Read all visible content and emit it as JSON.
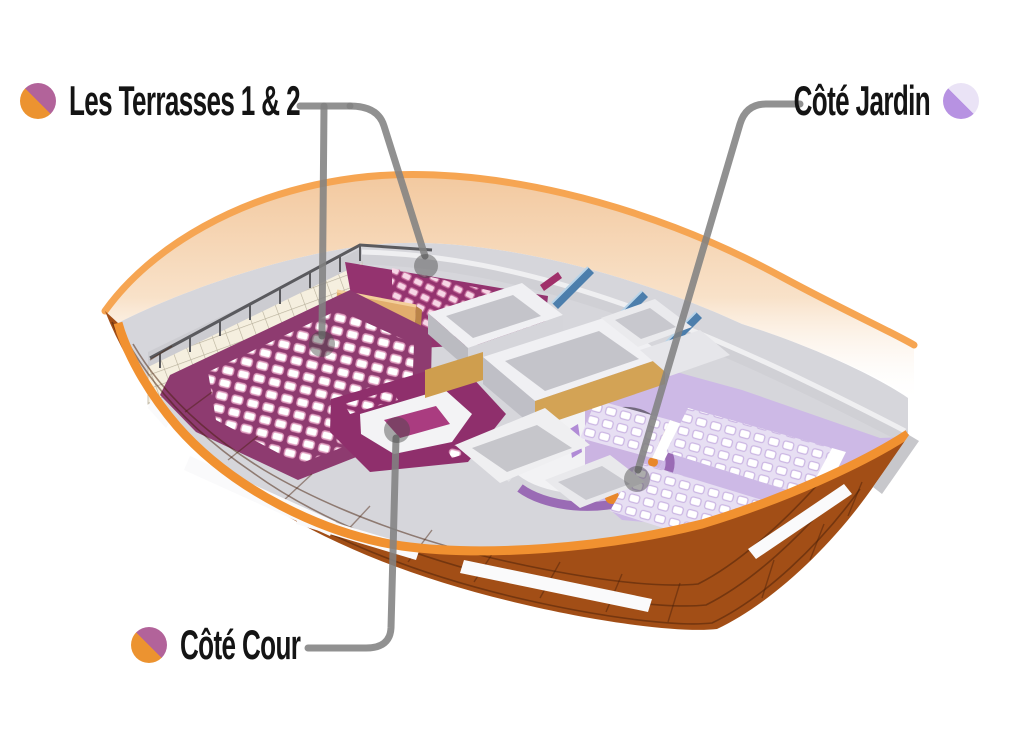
{
  "scene": {
    "type": "3d-cutaway-floor-plan",
    "subject": "boat-shaped performance venue, aerial cutaway view",
    "background": "#ffffff"
  },
  "legend": [
    {
      "id": "terrasses",
      "label": "Les Terrasses 1 & 2",
      "icon": "two-tone-circle-icon",
      "icon_color_top_right": "#b2639a",
      "icon_color_bottom_left": "#ec9330",
      "position": "top-left",
      "points_to": [
        "terrace-1-seating",
        "terrace-2-seating"
      ]
    },
    {
      "id": "jardin",
      "label": "Côté Jardin",
      "icon": "two-tone-circle-icon",
      "icon_color_top_right": "#eae3f6",
      "icon_color_bottom_left": "#b792e2",
      "position": "top-right",
      "points_to": [
        "cote-jardin-hall"
      ]
    },
    {
      "id": "cour",
      "label": "Côté Cour",
      "icon": "two-tone-circle-icon",
      "icon_color_top_right": "#b2639a",
      "icon_color_bottom_left": "#ec9330",
      "position": "bottom-left",
      "points_to": [
        "cote-cour-stage"
      ]
    }
  ],
  "zones": [
    {
      "name": "terrace-1-seating",
      "floor_color": "#8e3b70",
      "seat_color": "#ffffff"
    },
    {
      "name": "terrace-2-seating",
      "floor_color": "#94336f",
      "seat_color": "#f7d6e6"
    },
    {
      "name": "cote-cour-stage",
      "floor_color": "#8f2f6c",
      "platform_color": "#f3f3f5"
    },
    {
      "name": "cote-jardin-hall",
      "floor_color": "#cdb9e6",
      "seat_color": "#ffffff",
      "wall_color": "#9a6bb5"
    },
    {
      "name": "central-rooms",
      "wall_color": "#f0f0f3",
      "accent_wall_color": "#d3a355"
    },
    {
      "name": "partition-walls",
      "color": "#4c7eac"
    },
    {
      "name": "hull",
      "color": "#a24e16",
      "rim_color": "#f19130"
    },
    {
      "name": "outer-wall",
      "color": "#f4cfa4"
    }
  ],
  "pointer_lines": {
    "color": "#9c9c9c",
    "endpoint_marker": "translucent-circle"
  }
}
